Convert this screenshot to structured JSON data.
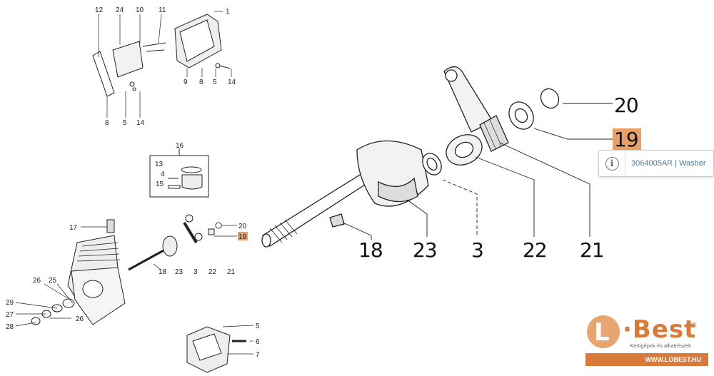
{
  "callouts_top": {
    "c12": "12",
    "c24": "24",
    "c10": "10",
    "c11": "11",
    "c1": "1",
    "c8a": "8",
    "c5a": "5",
    "c14a": "14",
    "c9": "9",
    "c8b": "8",
    "c5b": "5",
    "c14b": "14"
  },
  "callouts_piston": {
    "c16": "16",
    "c13": "13",
    "c4": "4",
    "c15": "15"
  },
  "callouts_crank_small": {
    "c17": "17",
    "c20": "20",
    "c19": "19",
    "c18": "18",
    "c23": "23",
    "c3": "3",
    "c22": "22",
    "c21": "21"
  },
  "callouts_cyl": {
    "c26a": "26",
    "c25": "25",
    "c29": "29",
    "c27": "27",
    "c28": "28",
    "c26b": "26"
  },
  "callouts_bottom": {
    "c5": "5",
    "c6": "6",
    "c7": "7"
  },
  "callouts_big": {
    "c20": "20",
    "c19": "19",
    "c18": "18",
    "c23": "23",
    "c3": "3",
    "c22": "22",
    "c21": "21"
  },
  "highlight_color": "#e8a06a",
  "tooltip": {
    "text": "3064005AR | Washer",
    "icon": "info-icon"
  },
  "logo": {
    "brand": "Best",
    "kft": "Kft.",
    "subtitle": "Kertigépek és alkatrészek",
    "url": "WWW.LOBEST.HU",
    "accent": "#d87a3a"
  }
}
